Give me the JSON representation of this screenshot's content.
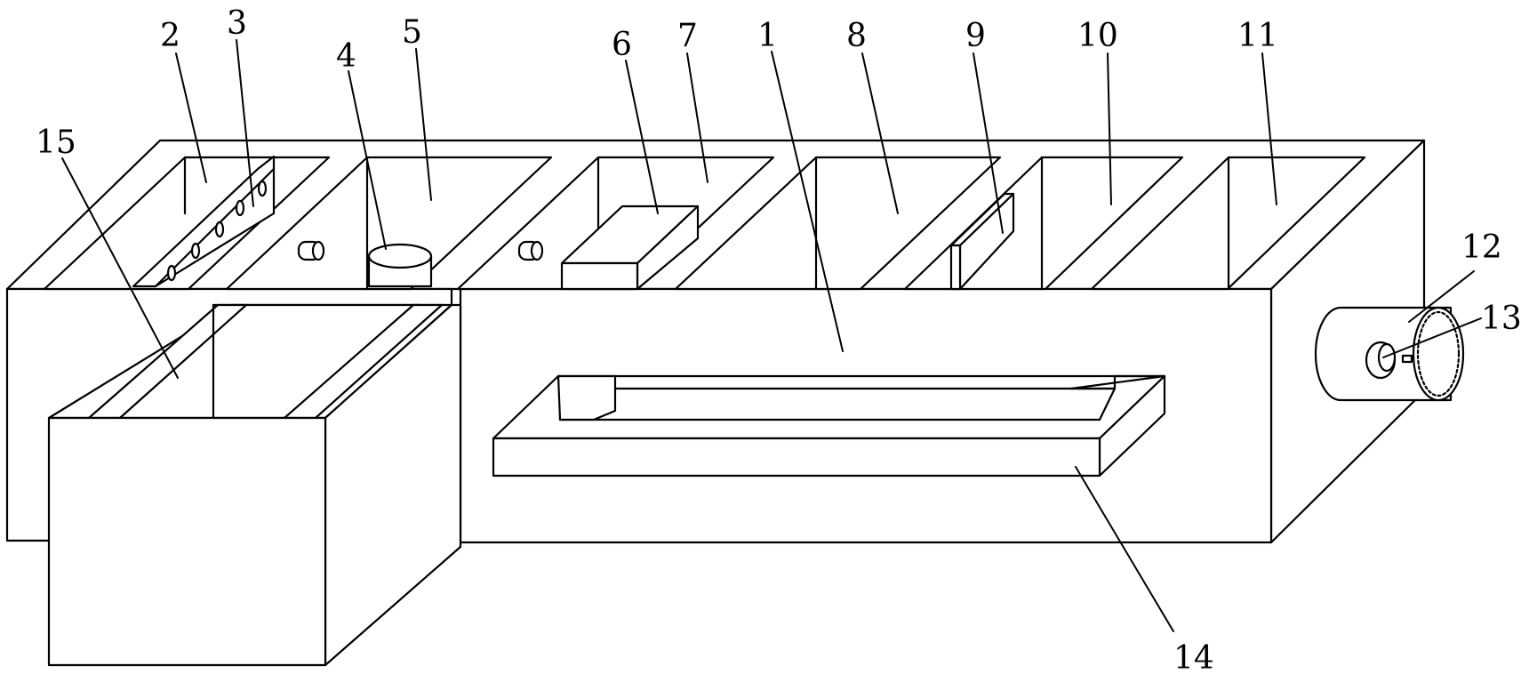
{
  "figure": {
    "callouts": [
      {
        "id": "c1",
        "label": "1"
      },
      {
        "id": "c2",
        "label": "2"
      },
      {
        "id": "c3",
        "label": "3"
      },
      {
        "id": "c4",
        "label": "4"
      },
      {
        "id": "c5",
        "label": "5"
      },
      {
        "id": "c6",
        "label": "6"
      },
      {
        "id": "c7",
        "label": "7"
      },
      {
        "id": "c8",
        "label": "8"
      },
      {
        "id": "c9",
        "label": "9"
      },
      {
        "id": "c10",
        "label": "10"
      },
      {
        "id": "c11",
        "label": "11"
      },
      {
        "id": "c12",
        "label": "12"
      },
      {
        "id": "c13",
        "label": "13"
      },
      {
        "id": "c14",
        "label": "14"
      },
      {
        "id": "c15",
        "label": "15"
      }
    ],
    "colors": {
      "line": "#000000",
      "background": "#ffffff"
    }
  }
}
